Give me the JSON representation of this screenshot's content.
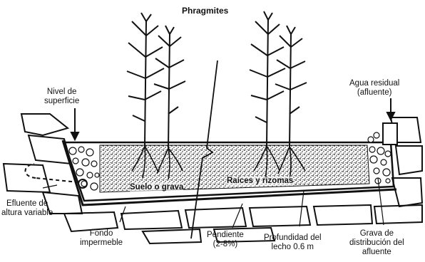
{
  "labels": {
    "title": "Phragmites",
    "surface_level": "Nivel de\nsuperficie",
    "wastewater": "Agua residual\n(afluente)",
    "outflow": "Efluente de\naltura variable",
    "bottom": "Fondo\nimpermeble",
    "slope": "Pendiente\n(2-8%)",
    "depth": "Profundidad del\nlecho 0.6 m",
    "gravel_dist": "Grava de\ndistribución del\nafluente",
    "soil": "Suelo o grava",
    "roots": "Raíces y rizomas"
  },
  "colors": {
    "ink": "#111111",
    "background": "#ffffff"
  }
}
